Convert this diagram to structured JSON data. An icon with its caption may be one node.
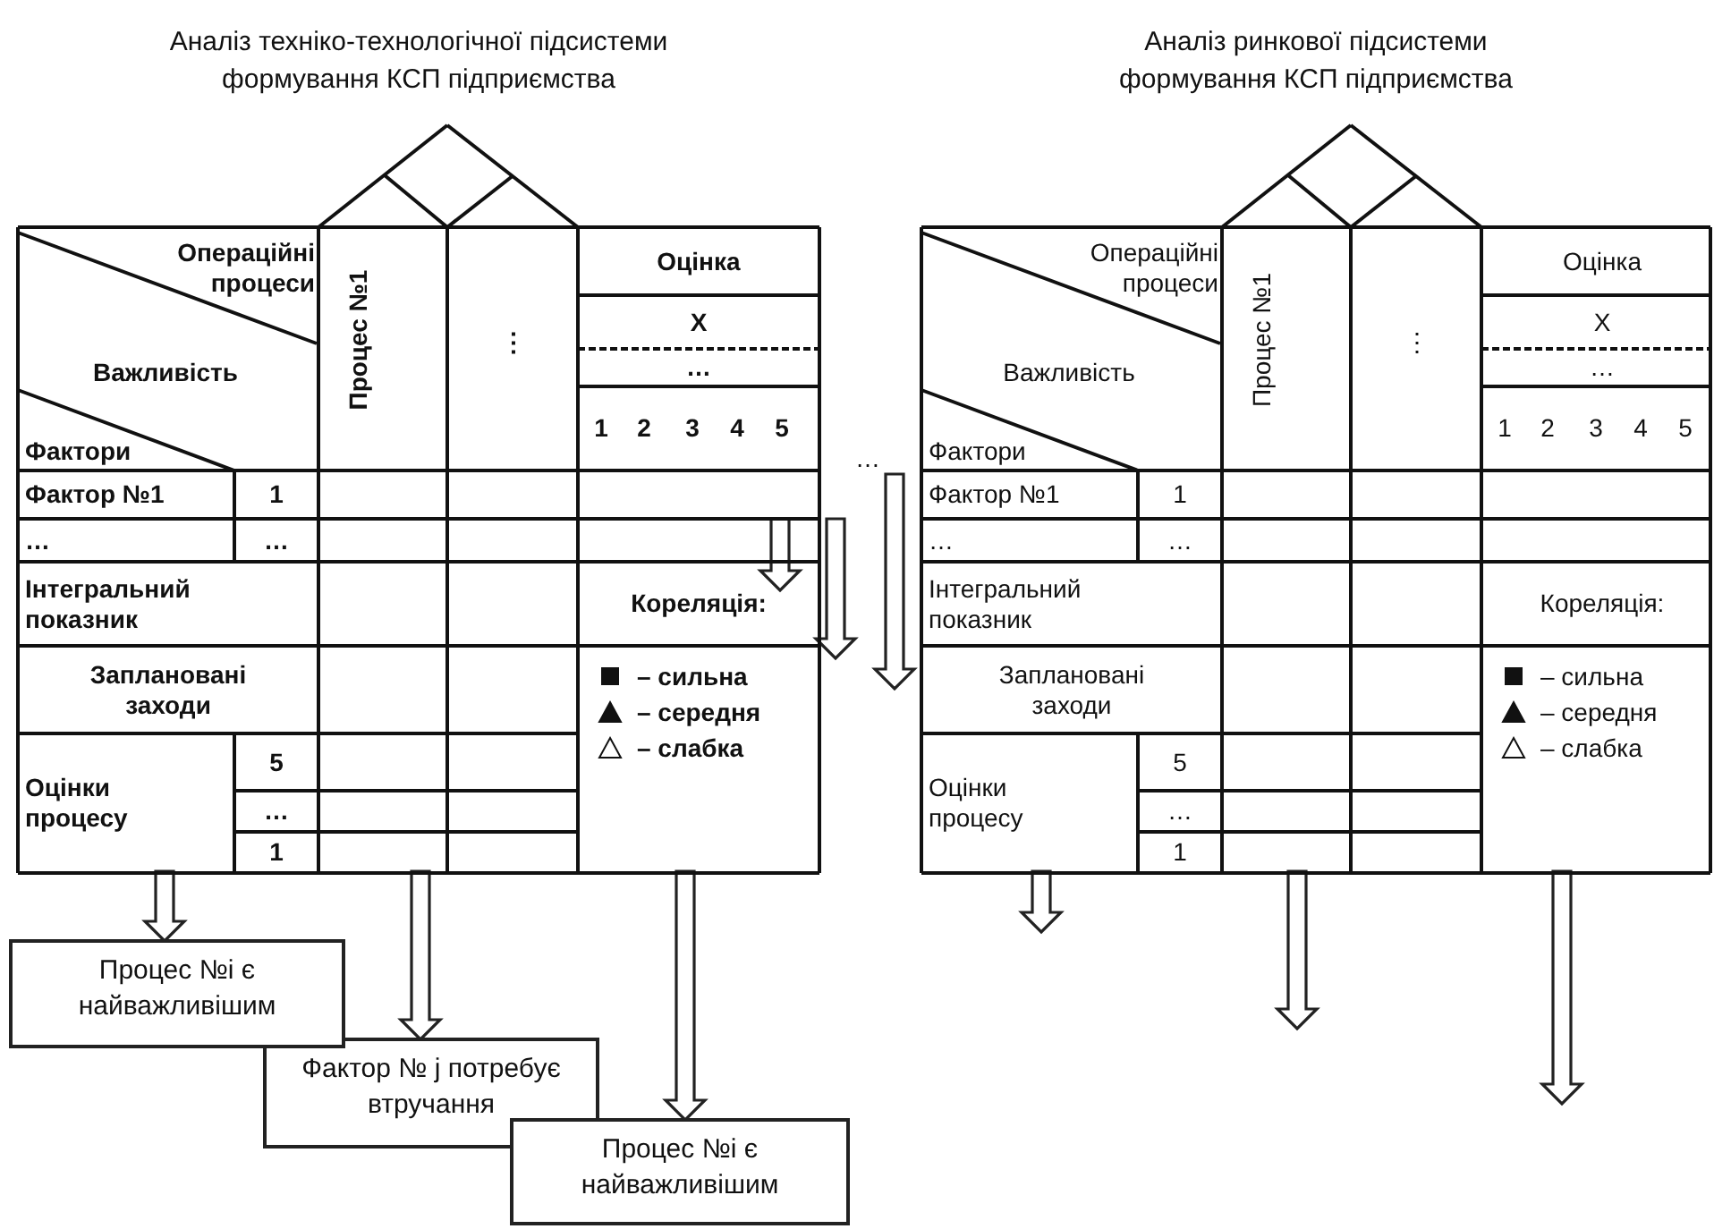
{
  "diagram": {
    "nodes": [
      {
        "text": [
          "Аналіз техніко-технологічної підсистеми формування КСП підприємства"
        ]
      },
      {
        "text": [
          "Аналіз ринкової підсистеми формування КСП підприємства"
        ]
      },
      {
        "text": [
          "Процес №і є найважливішим"
        ]
      },
      {
        "text": [
          "Фактор № j потребує втручання"
        ]
      },
      {
        "text": [
          "Процес №і є найважливішим"
        ]
      }
    ],
    "edges": [
      {
        "from": 0,
        "to": 2,
        "arrow": "to"
      },
      {
        "from": 0,
        "to": 3,
        "arrow": "to"
      },
      {
        "from": 0,
        "to": 4,
        "arrow": "to"
      },
      {
        "from": 1,
        "to": null,
        "arrow": "to"
      },
      {
        "from": 1,
        "to": null,
        "arrow": "to"
      },
      {
        "from": 1,
        "to": null,
        "arrow": "to"
      }
    ],
    "labels": [
      "Операційні процеси",
      "Важливість",
      "Фактори",
      "Процес №1",
      "⋮",
      "Оцінка",
      "X",
      "…",
      "1",
      "2",
      "3",
      "4",
      "5",
      "Фактор №1",
      "1",
      "…",
      "…",
      "Інтегральний показник",
      "Кореляція:",
      "Заплановані заходи",
      "Оцінки процесу",
      "5",
      "…",
      "1",
      "…",
      "Операційні процеси",
      "Важливість",
      "Фактори",
      "Процес №1",
      "⋮",
      "Оцінка",
      "X",
      "…",
      "1",
      "2",
      "3",
      "4",
      "5",
      "Фактор №1",
      "1",
      "…",
      "…",
      "Інтегральний показник",
      "Кореляція:",
      "Заплановані заходи",
      "Оцінки процесу",
      "5",
      "…",
      "1"
    ],
    "legend": [
      {
        "text": "– сильна"
      },
      {
        "text": "– середня"
      },
      {
        "text": "– слабка"
      },
      {
        "text": "– сильна"
      },
      {
        "text": "– середня"
      },
      {
        "text": "– слабка"
      }
    ]
  }
}
